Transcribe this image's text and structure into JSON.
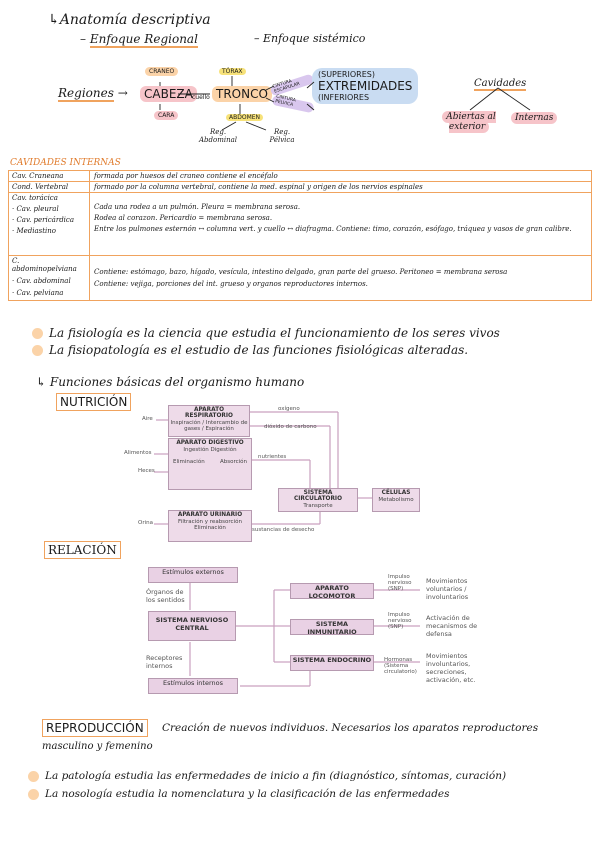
{
  "header": {
    "title": "Anatomía descriptiva",
    "approach_regional": "Enfoque Regional",
    "approach_systemic": "Enfoque sistémico"
  },
  "regions_map": {
    "regions_label": "Regiones",
    "cabeza": "CABEZA",
    "craneo": "CRANEO",
    "cara": "CARA",
    "cuello": "cuello",
    "tronco": "TRONCO",
    "torax": "TÓRAX",
    "abdomen": "ABDOMEN",
    "reg_abdominal": "Reg. Abdominal",
    "reg_pelvica": "Reg. Pélvica",
    "cintura_escapular": "CINTURA ESCAPULAR",
    "cintura_pelvica": "CINTURA PÉLVICA",
    "ext_sup": "(SUPERIORES)",
    "ext": "EXTREMIDADES",
    "ext_inf": "(INFERIORES",
    "cavidades": "Cavidades",
    "abiertas": "Abiertas al exterior",
    "internas": "Internas"
  },
  "table": {
    "title": "CAVIDADES INTERNAS",
    "rows": [
      {
        "name": "Cav. Craneana",
        "desc": "formada por huesos del craneo contiene el encéfalo"
      },
      {
        "name": "Cond. Vertebral",
        "desc": "formado por la columna vertebral, contiene la med. espinal y origen de los nervios espinales"
      },
      {
        "name_lines": [
          "Cav. torácica",
          "· Cav. pleural",
          "· Cav. pericárdica",
          "· Mediastino"
        ],
        "desc_lines": [
          "Cada una rodea a un pulmón. Pleura = membrana serosa.",
          "Rodea al corazon. Pericardio = membrana serosa.",
          "Entre los pulmones esternón ↔ columna vert. y cuello ↔ diafragma. Contiene: timo, corazón, esófago, tráquea y vasos de gran calibre."
        ]
      },
      {
        "name_lines": [
          "C. abdominopelviana",
          "· Cav. abdominal",
          "· Cav. pelviana"
        ],
        "desc_lines": [
          "Contiene: estómago, bazo, hígado, vesícula, intestino delgado, gran parte del grueso. Peritoneo = membrana serosa",
          "Contiene: vejiga, porciones del int. grueso y organos reproductores internos."
        ]
      }
    ]
  },
  "definitions": {
    "fisiologia": "La fisiología es la ciencia que estudia el funcionamiento de los seres vivos",
    "fisiopatologia": "La fisiopatología es el estudio de las funciones fisiológicas alteradas."
  },
  "functions_title": "Funciones básicas del organismo humano",
  "nutricion": {
    "title": "NUTRICIÓN",
    "resp_head": "APARATO RESPIRATORIO",
    "resp_body": "Inspiración / Intercambio de gases / Espiración",
    "dig_head": "APARATO DIGESTIVO",
    "dig_body": "Ingestión Digestión",
    "dig_elim": "Eliminación",
    "dig_abs": "Absorción",
    "uri_head": "APARATO URINARIO",
    "uri_body": "Filtración y reabsorción Eliminación",
    "circ_head": "SISTEMA CIRCULATORIO",
    "circ_body": "Transporte",
    "cel_head": "CÉLULAS",
    "cel_body": "Metabolismo",
    "aire": "Aire",
    "alimentos": "Alimentos",
    "heces": "Heces",
    "orina": "Orina",
    "oxigeno": "oxígeno",
    "dioxido": "dióxido de carbono",
    "nutrientes": "nutrientes",
    "desecho": "sustancias de desecho"
  },
  "relacion": {
    "title": "RELACIÓN",
    "ext": "Estímulos externos",
    "int": "Estímulos internos",
    "organos": "Órganos de los sentidos",
    "receptores": "Receptores internos",
    "snc": "SISTEMA NERVIOSO CENTRAL",
    "loco": "APARATO LOCOMOTOR",
    "inmu": "SISTEMA INMUNITARIO",
    "endo": "SISTEMA ENDOCRINO",
    "imp1": "Impulso nervioso (SNP)",
    "imp2": "Impulso nervioso (SNP)",
    "horm": "Hormonas (Sistema circulatorio)",
    "out1": "Movimientos voluntarios / involuntarios",
    "out2": "Activación de mecanismos de defensa",
    "out3": "Movimientos involuntarios, secreciones, activación, etc."
  },
  "reproduccion": {
    "title": "REPRODUCCIÓN",
    "text1": "Creación de nuevos individuos. Necesarios los aparatos reproductores",
    "text2": "masculino y femenino"
  },
  "definitions2": {
    "patologia": "La patología estudia las enfermedades de inicio a fin (diagnóstico, síntomas, curación)",
    "nosologia": "La nosología estudia la nomenclatura y la clasificación de las enfermedades"
  }
}
